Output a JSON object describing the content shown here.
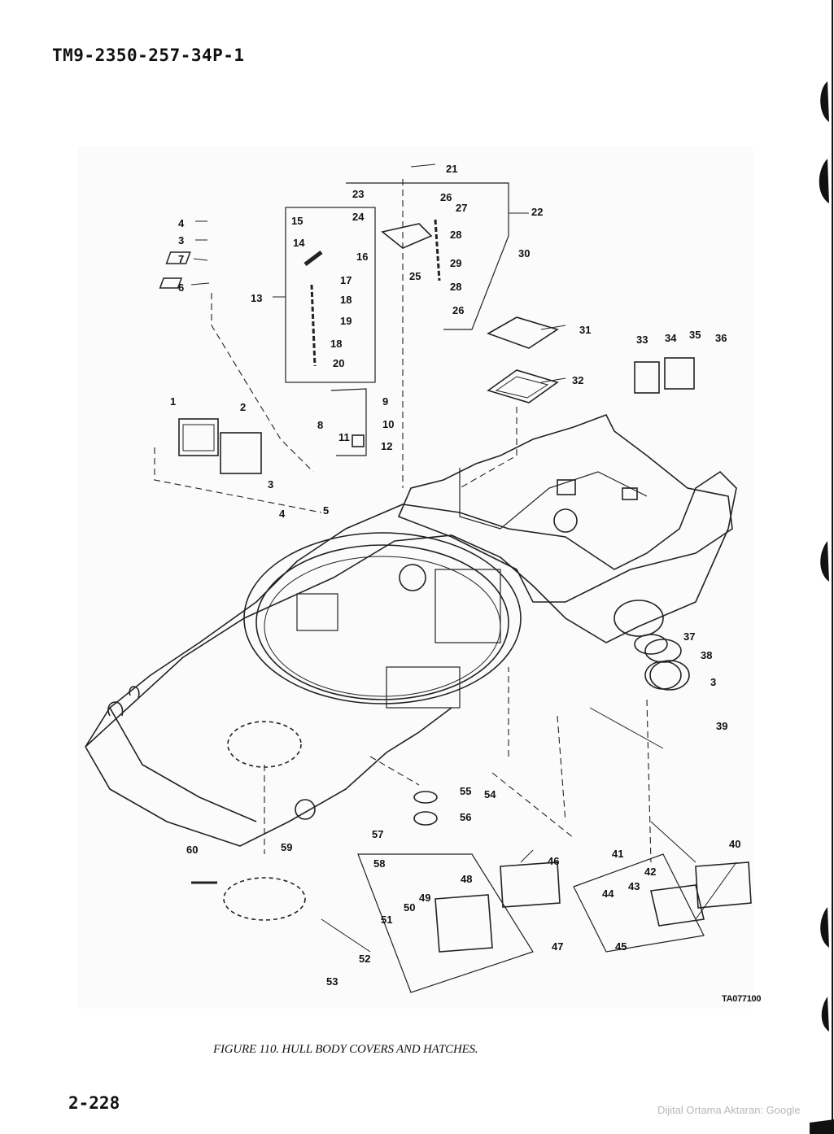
{
  "document": {
    "header": "TM9-2350-257-34P-1",
    "caption": "FIGURE 110. HULL BODY COVERS AND HATCHES.",
    "page_number": "2-228",
    "figure_code": "TA077100",
    "watermark": "Dijital Ortama Aktaran: Google"
  },
  "callouts": [
    "1",
    "2",
    "3",
    "4",
    "5",
    "6",
    "7",
    "8",
    "9",
    "10",
    "11",
    "12",
    "13",
    "14",
    "15",
    "16",
    "17",
    "18",
    "19",
    "20",
    "21",
    "22",
    "23",
    "24",
    "25",
    "26",
    "27",
    "28",
    "29",
    "30",
    "31",
    "32",
    "33",
    "34",
    "35",
    "36",
    "37",
    "38",
    "39",
    "40",
    "41",
    "42",
    "43",
    "44",
    "45",
    "46",
    "47",
    "48",
    "49",
    "50",
    "51",
    "52",
    "53",
    "54",
    "55",
    "56",
    "57",
    "58",
    "59",
    "60"
  ],
  "callout_extra": {
    "label_3b": "3",
    "label_3c": "3",
    "label_4b": "4",
    "label_18b": "18",
    "label_26b": "26",
    "label_28b": "28"
  }
}
